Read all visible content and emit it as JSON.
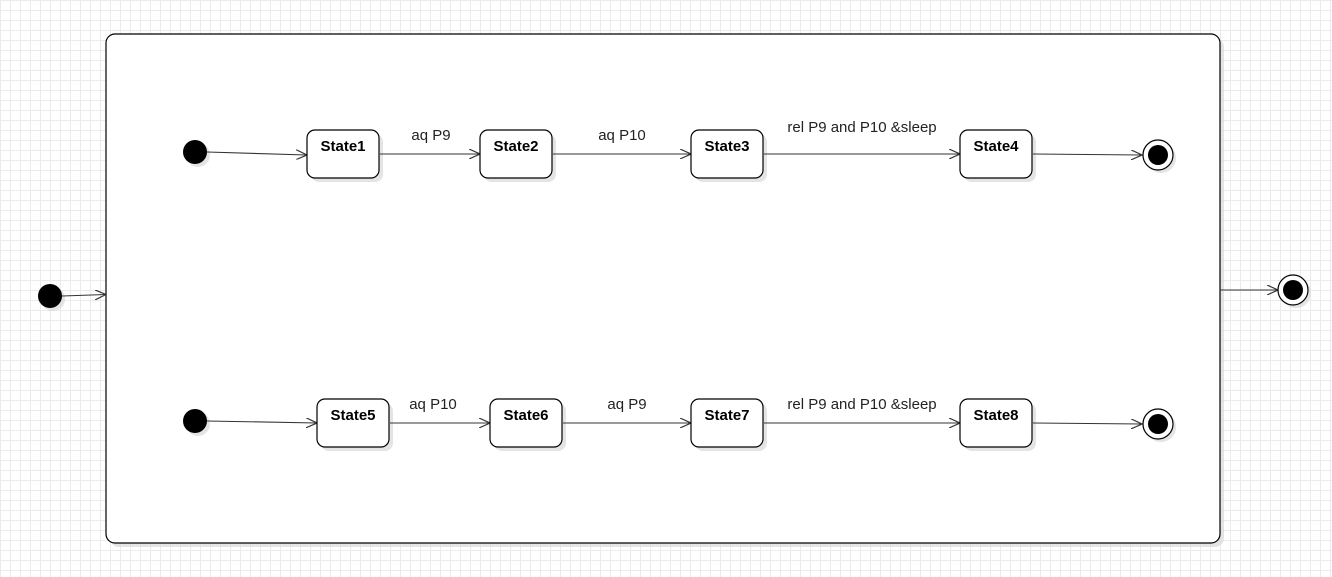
{
  "diagram": {
    "type": "uml-state-machine",
    "regions": [
      {
        "states": [
          "State1",
          "State2",
          "State3",
          "State4"
        ],
        "transitions": [
          {
            "from": "initial",
            "to": "State1",
            "label": ""
          },
          {
            "from": "State1",
            "to": "State2",
            "label": "aq P9"
          },
          {
            "from": "State2",
            "to": "State3",
            "label": "aq P10"
          },
          {
            "from": "State3",
            "to": "State4",
            "label": "rel P9 and P10 &sleep"
          },
          {
            "from": "State4",
            "to": "final",
            "label": ""
          }
        ]
      },
      {
        "states": [
          "State5",
          "State6",
          "State7",
          "State8"
        ],
        "transitions": [
          {
            "from": "initial",
            "to": "State5",
            "label": ""
          },
          {
            "from": "State5",
            "to": "State6",
            "label": "aq P10"
          },
          {
            "from": "State6",
            "to": "State7",
            "label": "aq P9"
          },
          {
            "from": "State7",
            "to": "State8",
            "label": "rel P9 and P10 &sleep"
          },
          {
            "from": "State8",
            "to": "final",
            "label": ""
          }
        ]
      }
    ],
    "outer": {
      "initial_to_composite": true,
      "composite_to_final": true
    }
  }
}
